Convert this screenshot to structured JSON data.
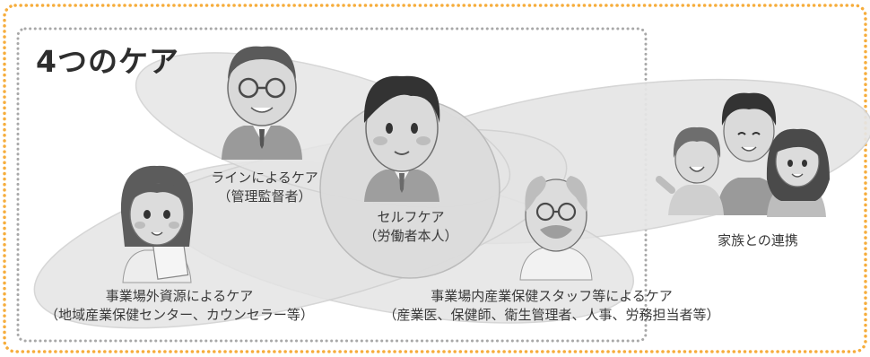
{
  "title": "4つのケア",
  "nodes": {
    "line_care": {
      "name": "ラインによるケア",
      "role": "（管理監督者）"
    },
    "self_care": {
      "name": "セルフケア",
      "role": "（労働者本人）"
    },
    "external": {
      "name": "事業場外資源によるケア",
      "role": "（地域産業保健センター、カウンセラー等）"
    },
    "internal": {
      "name": "事業場内産業保健スタッフ等によるケア",
      "role": "（産業医、保健師、衛生管理者、人事、労務担当者等）"
    },
    "family": {
      "name": "家族との連携"
    }
  },
  "colors": {
    "outer_border": "#f6ad3c",
    "inner_border": "#a8a8a8",
    "ellipse_fill": "#e3e3e3",
    "ellipse_stroke": "#cfcfcf",
    "circle_fill": "#dcdcdc",
    "circle_stroke": "#b9b9b9"
  },
  "icons": {
    "line_care": "manager-figure-icon",
    "self_care": "worker-figure-icon",
    "external": "counselor-figure-icon",
    "internal": "doctor-figure-icon",
    "family": "family-figure-icon"
  }
}
